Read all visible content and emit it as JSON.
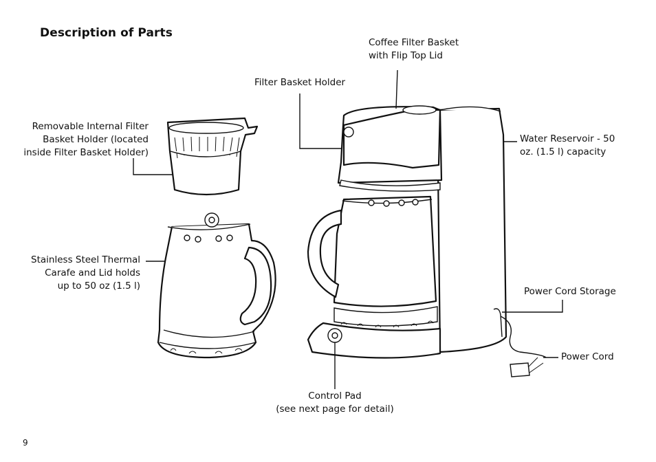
{
  "page": {
    "title": "Description of Parts",
    "page_number": "9"
  },
  "labels": {
    "coffee_filter_basket": [
      "Coffee Filter Basket",
      "with Flip Top Lid"
    ],
    "filter_basket_holder": [
      "Filter Basket Holder"
    ],
    "removable_internal_filter": [
      "Removable Internal Filter",
      "Basket Holder (located",
      "inside Filter Basket Holder)"
    ],
    "water_reservoir": [
      "Water Reservoir - 50",
      "oz. (1.5 l) capacity"
    ],
    "stainless_carafe": [
      "Stainless Steel  Thermal",
      "Carafe and Lid holds",
      "up to 50 oz (1.5 l)"
    ],
    "power_cord_storage": [
      "Power Cord Storage"
    ],
    "power_cord": [
      "Power Cord"
    ],
    "control_pad": [
      "Control Pad",
      "(see next page for detail)"
    ]
  }
}
